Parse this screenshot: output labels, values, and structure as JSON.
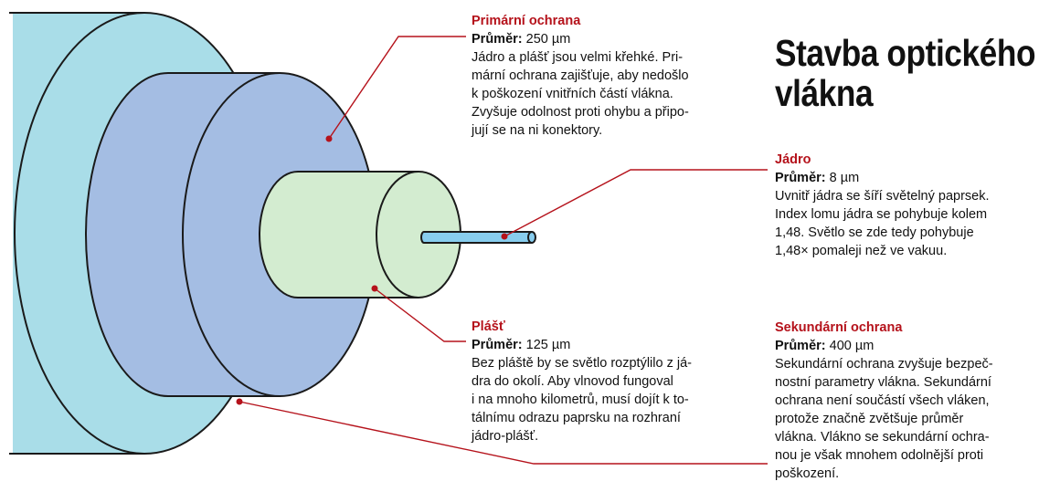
{
  "title_lines": [
    "Stavba optického",
    "vlákna"
  ],
  "diameter_label": "Průměr:",
  "blocks": {
    "primary": {
      "heading": "Primární ochrana",
      "diameter": "250 µm",
      "lines": [
        "Jádro a plášť jsou velmi křehké. Pri-",
        "mární ochrana zajišťuje, aby nedošlo",
        "k poškození vnitřních částí vlákna.",
        "Zvyšuje odolnost proti ohybu a připo-",
        "jují se na ni konektory."
      ]
    },
    "core": {
      "heading": "Jádro",
      "diameter": "8 µm",
      "lines": [
        "Uvnitř jádra se šíří světelný paprsek.",
        "Index lomu jádra se pohybuje kolem",
        "1,48. Světlo se zde tedy pohybuje",
        "1,48× pomaleji než ve vakuu."
      ]
    },
    "cladding": {
      "heading": "Plášť",
      "diameter": "125 µm",
      "lines": [
        "Bez pláště by se světlo rozptýlilo z já-",
        "dra do okolí. Aby vlnovod fungoval",
        "i na mnoho kilometrů, musí dojít k to-",
        "tálnímu odrazu paprsku na rozhraní",
        "jádro-plášť."
      ]
    },
    "secondary": {
      "heading": "Sekundární ochrana",
      "diameter": "400 µm",
      "lines": [
        "Sekundární ochrana zvyšuje bezpeč-",
        "nostní parametry vlákna. Sekundární",
        "ochrana není součástí všech vláken,",
        "protože značně zvětšuje průměr",
        "vlákna. Vlákno se sekundární ochra-",
        "nou je však mnohem odolnější proti",
        "poškození."
      ]
    }
  },
  "colors": {
    "secondary_coating": "#a9dde8",
    "primary_coating": "#a4bde3",
    "cladding": "#d3ecd0",
    "core": "#88cdee",
    "outline": "#1a1a1a",
    "leader": "#b5121b",
    "heading": "#b5121b"
  }
}
